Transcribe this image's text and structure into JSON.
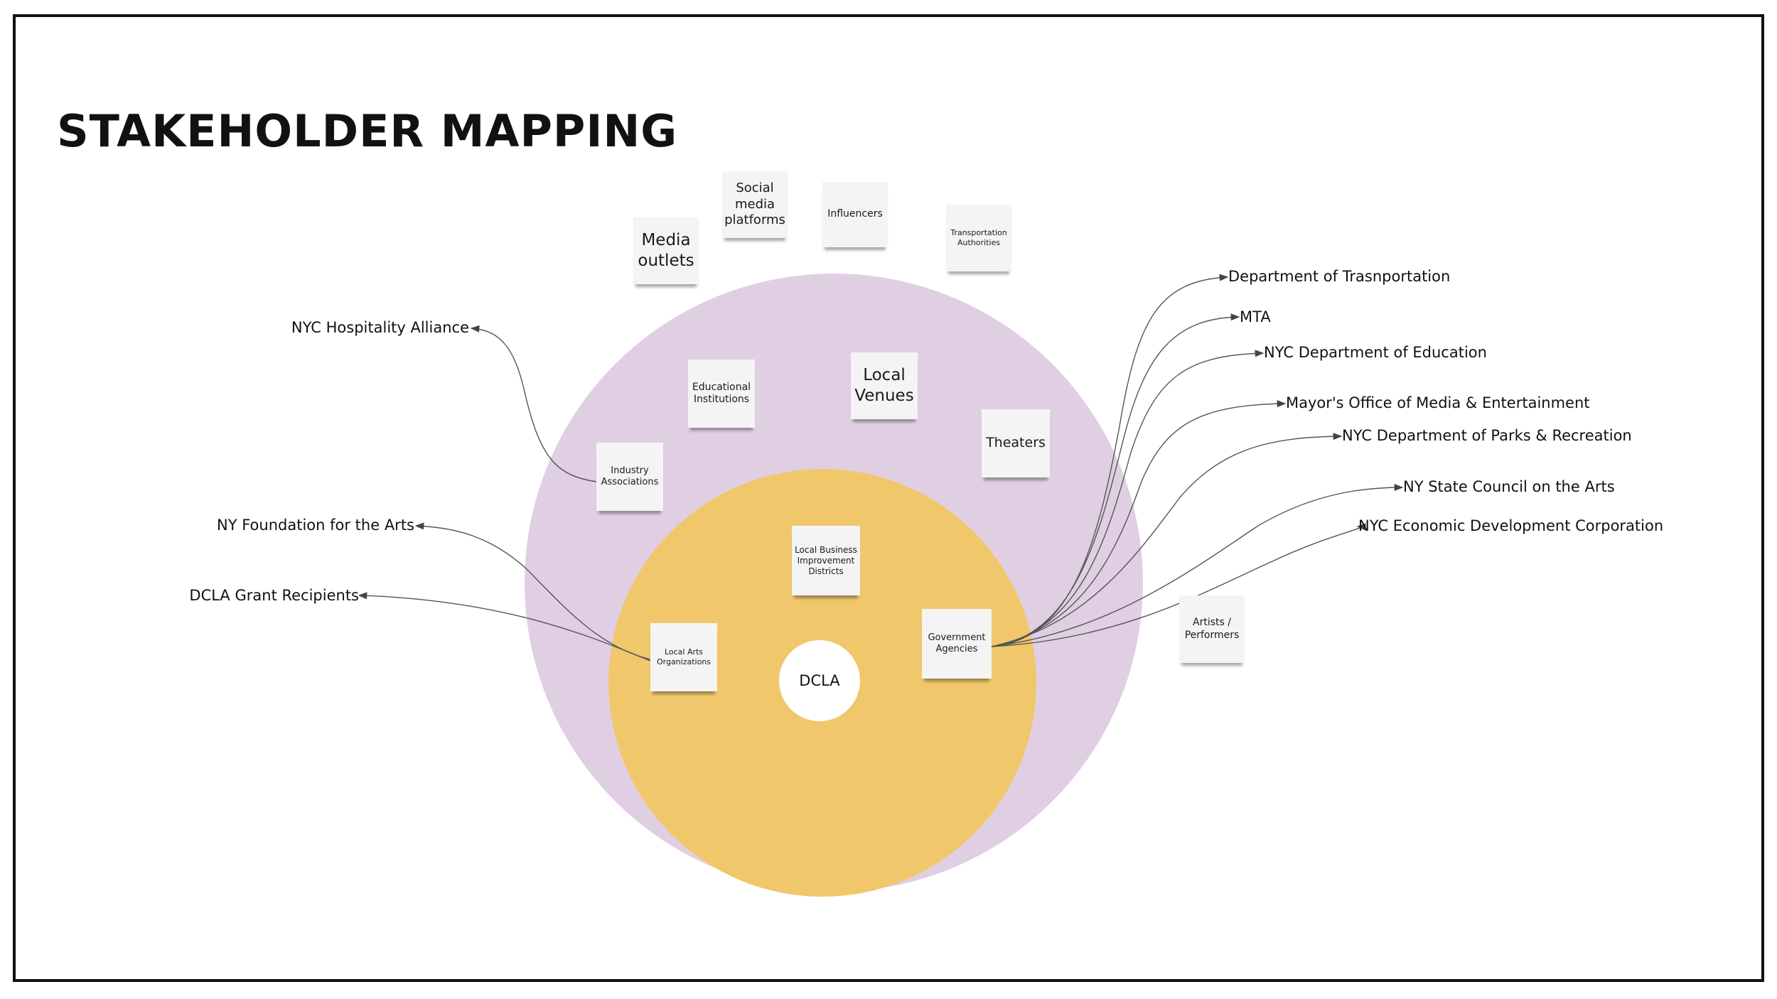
{
  "title": "STAKEHOLDER MAPPING",
  "colors": {
    "outer_ring": "#e0cfe3",
    "inner_ring": "#f1c76c",
    "core": "#ffffff",
    "note": "#f4f4f4",
    "connector": "#555555"
  },
  "core": {
    "label": "DCLA"
  },
  "outer_notes": [
    {
      "id": "media-outlets",
      "label": "Media outlets"
    },
    {
      "id": "social-media-platforms",
      "label": "Social media platforms"
    },
    {
      "id": "influencers",
      "label": "Influencers"
    },
    {
      "id": "transportation-authorities",
      "label": "Transportation Authorities"
    },
    {
      "id": "artists-performers",
      "label": "Artists / Performers"
    }
  ],
  "middle_notes": [
    {
      "id": "educational-institutions",
      "label": "Educational Institutions"
    },
    {
      "id": "local-venues",
      "label": "Local Venues"
    },
    {
      "id": "theaters",
      "label": "Theaters"
    },
    {
      "id": "industry-associations",
      "label": "Industry Associations"
    }
  ],
  "inner_notes": [
    {
      "id": "local-business-improvement-districts",
      "label": "Local Business Improvement Districts"
    },
    {
      "id": "local-arts-organizations",
      "label": "Local Arts Organizations"
    },
    {
      "id": "government-agencies",
      "label": "Government Agencies"
    }
  ],
  "external_left": [
    {
      "id": "nyc-hospitality-alliance",
      "label": "NYC Hospitality Alliance"
    },
    {
      "id": "ny-foundation-for-the-arts",
      "label": "NY Foundation for the Arts"
    },
    {
      "id": "dcla-grant-recipients",
      "label": "DCLA Grant Recipients"
    }
  ],
  "external_right": [
    {
      "id": "department-of-transportation",
      "label": "Department of Trasnportation"
    },
    {
      "id": "mta",
      "label": "MTA"
    },
    {
      "id": "nyc-department-of-education",
      "label": "NYC Department of Education"
    },
    {
      "id": "mayors-office-media-entertainment",
      "label": "Mayor's Office of Media & Entertainment"
    },
    {
      "id": "nyc-parks-recreation",
      "label": "NYC Department of Parks & Recreation"
    },
    {
      "id": "ny-state-council-arts",
      "label": "NY State Council on the Arts"
    },
    {
      "id": "nyc-economic-development-corporation",
      "label": "NYC Economic Development Corporation"
    }
  ]
}
